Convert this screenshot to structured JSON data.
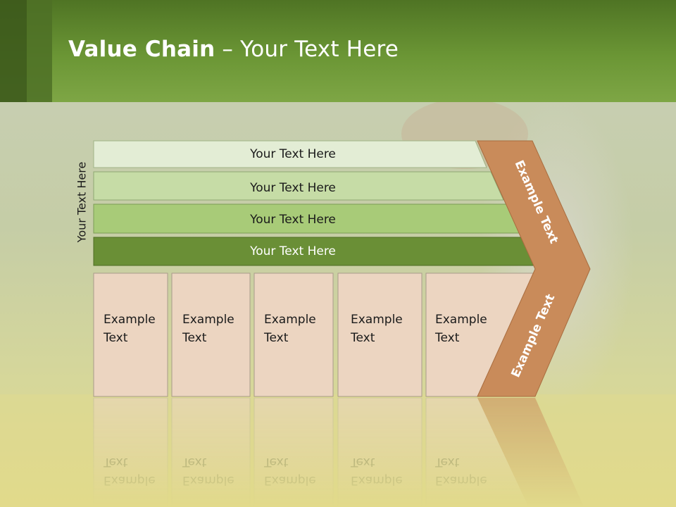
{
  "title": {
    "bold": "Value Chain",
    "rest": " – Your Text Here"
  },
  "side_label": "Your Text Here",
  "bars": [
    {
      "label": "Your Text Here",
      "color": "#e3edd5"
    },
    {
      "label": "Your Text Here",
      "color": "#c6dca6"
    },
    {
      "label": "Your Text Here",
      "color": "#a8cb78"
    },
    {
      "label": "Your Text Here",
      "color": "#6a8f36"
    }
  ],
  "boxes": [
    {
      "line1": "Example",
      "line2": "Text"
    },
    {
      "line1": "Example",
      "line2": "Text"
    },
    {
      "line1": "Example",
      "line2": "Text"
    },
    {
      "line1": "Example",
      "line2": "Text"
    },
    {
      "line1": "Example",
      "line2": "Text"
    }
  ],
  "chevron": {
    "upper_label": "Example Text",
    "lower_label": "Example Text",
    "color": "#c98b5a"
  },
  "colors": {
    "box_fill": "#ecd5c1",
    "header": "#6b9635"
  }
}
